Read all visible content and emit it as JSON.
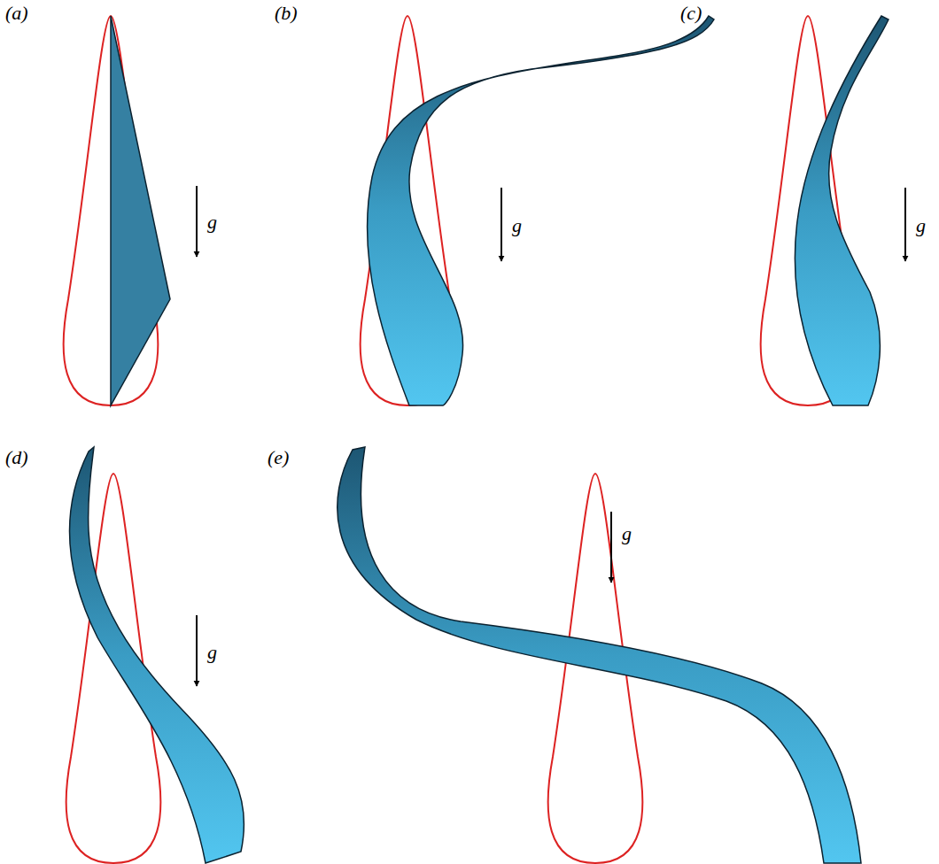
{
  "diagram": {
    "labels": [
      "(a)",
      "(b)",
      "(c)",
      "(d)",
      "(e)",
      "g",
      "g",
      "g",
      "g",
      "g"
    ]
  }
}
